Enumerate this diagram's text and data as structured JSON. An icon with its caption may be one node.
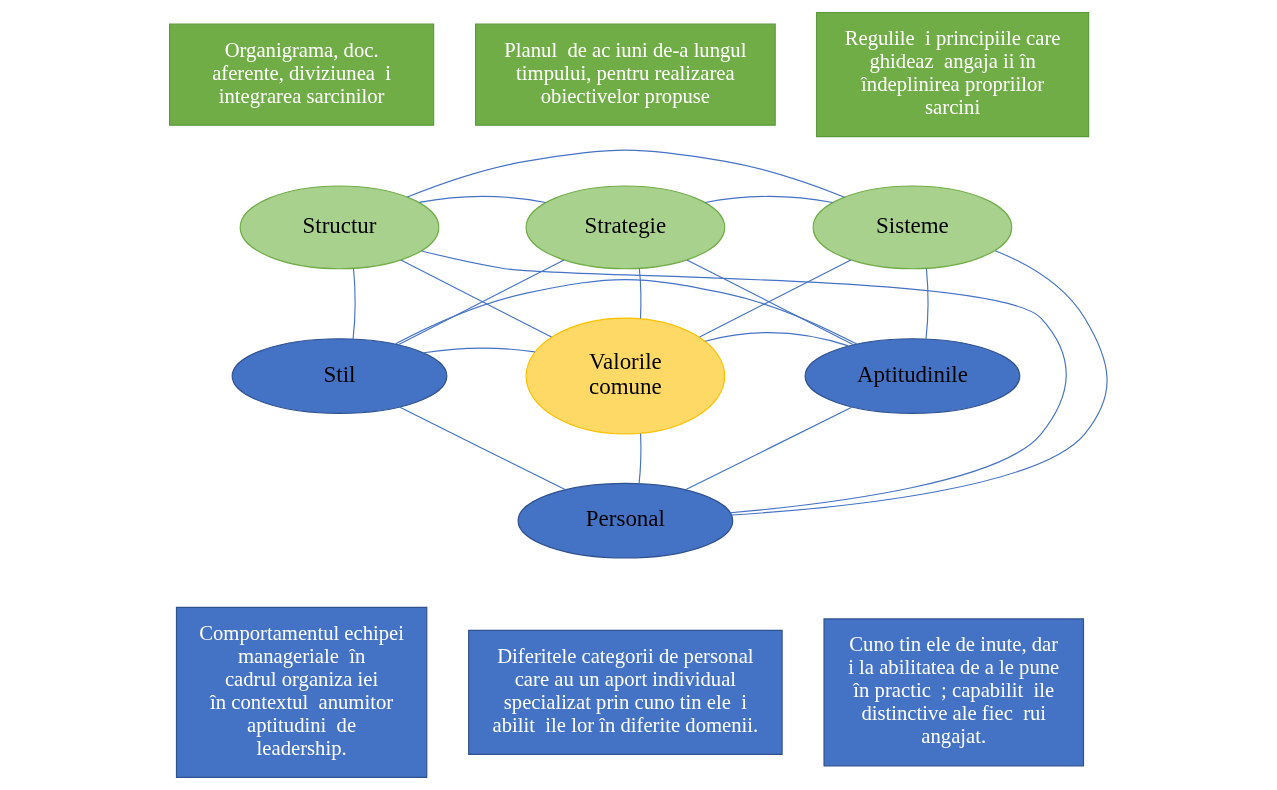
{
  "diagram": {
    "nodes": [
      {
        "text": [
          "Organigrama, doc. aferente, diviziunea  i integrarea sarcinilor"
        ]
      },
      {
        "text": [
          "Planul  de ac iuni de-a lungul timpului, pentru realizarea obiectivelor propuse"
        ]
      },
      {
        "text": [
          "Regulile  i principiile care ghideaz  angaja ii în îndeplinirea propriilor sarcini"
        ]
      },
      {
        "text": [
          "Strategie"
        ]
      },
      {
        "text": [
          "Structur"
        ]
      },
      {
        "text": [
          "Sisteme"
        ]
      },
      {
        "text": [
          "Stil"
        ]
      },
      {
        "text": [
          "Valorile comune"
        ]
      },
      {
        "text": [
          "Aptitudinile"
        ]
      },
      {
        "text": [
          "Comportamentul echipei  manageriale  în  cadrul organiza iei  în contextul  anumitor aptitudini  de leadership."
        ]
      },
      {
        "text": [
          "Personal"
        ]
      },
      {
        "text": [
          "Cuno tin ele de inute, dar  i la abilitatea de a le pune în practic  ; capabilit  ile distinctive ale fiec  rui angajat."
        ]
      },
      {
        "text": [
          "Diferitele categorii de personal care au un aport individual specializat prin cuno tin ele  i abilit  ile lor în diferite domenii."
        ]
      }
    ],
    "edges": [
      {
        "from": 4,
        "to": 3,
        "arrow": "none"
      },
      {
        "from": 3,
        "to": 5,
        "arrow": "none"
      },
      {
        "from": 4,
        "to": 5,
        "arrow": "none"
      },
      {
        "from": 4,
        "to": 6,
        "arrow": "none"
      },
      {
        "from": 4,
        "to": 10,
        "arrow": "none"
      },
      {
        "from": 4,
        "to": 7,
        "arrow": "none"
      },
      {
        "from": 3,
        "to": 6,
        "arrow": "none"
      },
      {
        "from": 3,
        "to": 7,
        "arrow": "none"
      },
      {
        "from": 3,
        "to": 8,
        "arrow": "none"
      },
      {
        "from": 5,
        "to": 7,
        "arrow": "none"
      },
      {
        "from": 5,
        "to": 10,
        "arrow": "none"
      },
      {
        "from": 5,
        "to": 8,
        "arrow": "none"
      },
      {
        "from": 6,
        "to": 7,
        "arrow": "none"
      },
      {
        "from": 6,
        "to": 8,
        "arrow": "none"
      },
      {
        "from": 7,
        "to": 8,
        "arrow": "none"
      },
      {
        "from": 7,
        "to": 10,
        "arrow": "none"
      },
      {
        "from": 6,
        "to": 10,
        "arrow": "none"
      },
      {
        "from": 10,
        "to": 8,
        "arrow": "none"
      }
    ]
  }
}
